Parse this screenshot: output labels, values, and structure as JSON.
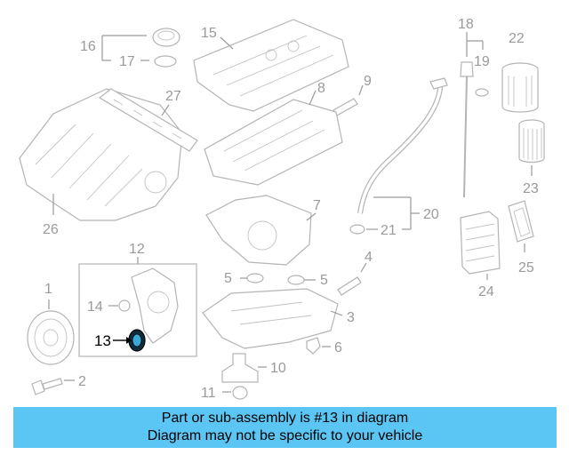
{
  "diagram": {
    "highlighted_part": "13",
    "callouts": {
      "c1": "1",
      "c2": "2",
      "c3": "3",
      "c4": "4",
      "c5a": "5",
      "c5b": "5",
      "c6": "6",
      "c7": "7",
      "c8": "8",
      "c9": "9",
      "c10": "10",
      "c11": "11",
      "c12": "12",
      "c13": "13",
      "c14": "14",
      "c15": "15",
      "c16": "16",
      "c17": "17",
      "c18": "18",
      "c19": "19",
      "c20": "20",
      "c21": "21",
      "c22": "22",
      "c23": "23",
      "c24": "24",
      "c25": "25",
      "c26": "26",
      "c27": "27"
    }
  },
  "banner": {
    "line1": "Part or sub-assembly is #13 in diagram",
    "line2": "Diagram may not be specific to your vehicle",
    "color": "#5bc6f3"
  }
}
